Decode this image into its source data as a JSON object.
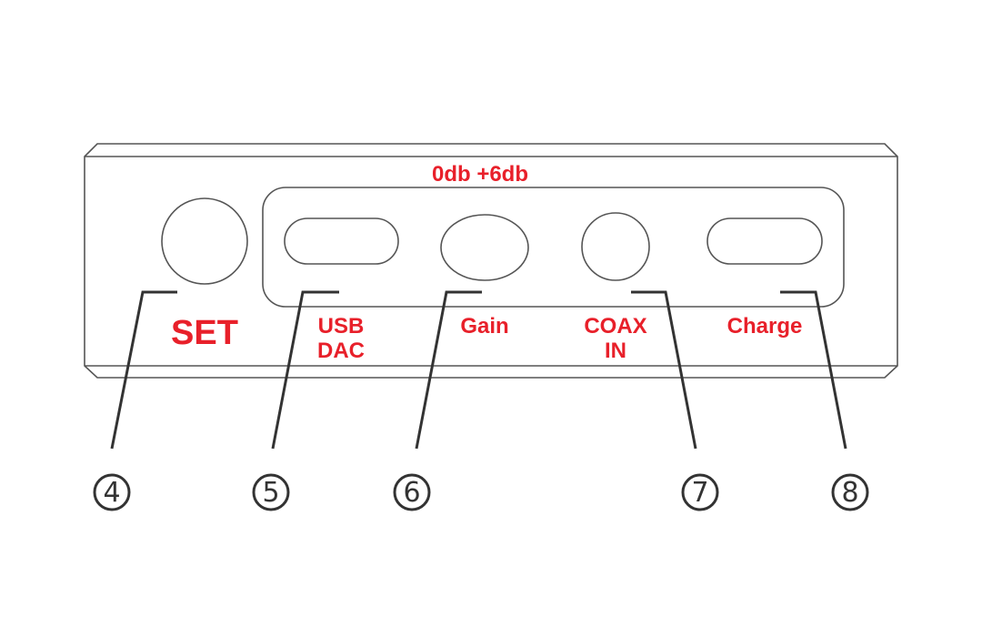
{
  "gain_label": "0db +6db",
  "ports": [
    {
      "number": "4",
      "label_lines": [
        "SET"
      ]
    },
    {
      "number": "5",
      "label_lines": [
        "USB",
        "DAC"
      ]
    },
    {
      "number": "6",
      "label_lines": [
        "Gain"
      ]
    },
    {
      "number": "7",
      "label_lines": [
        "COAX",
        "IN"
      ]
    },
    {
      "number": "8",
      "label_lines": [
        "Charge"
      ]
    }
  ],
  "colors": {
    "label": "#e8202a",
    "outline": "#555555",
    "leader": "#333333"
  }
}
